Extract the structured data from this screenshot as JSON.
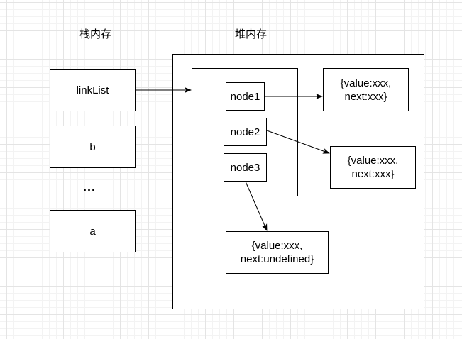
{
  "stack": {
    "title": "栈内存",
    "items": [
      "linkList",
      "b",
      "a"
    ],
    "ellipsis": "..."
  },
  "heap": {
    "title": "堆内存",
    "nodes": [
      "node1",
      "node2",
      "node3"
    ],
    "objects": [
      "{value:xxx,\nnext:xxx}",
      "{value:xxx,\nnext:xxx}",
      "{value:xxx,\nnext:undefined}"
    ]
  }
}
